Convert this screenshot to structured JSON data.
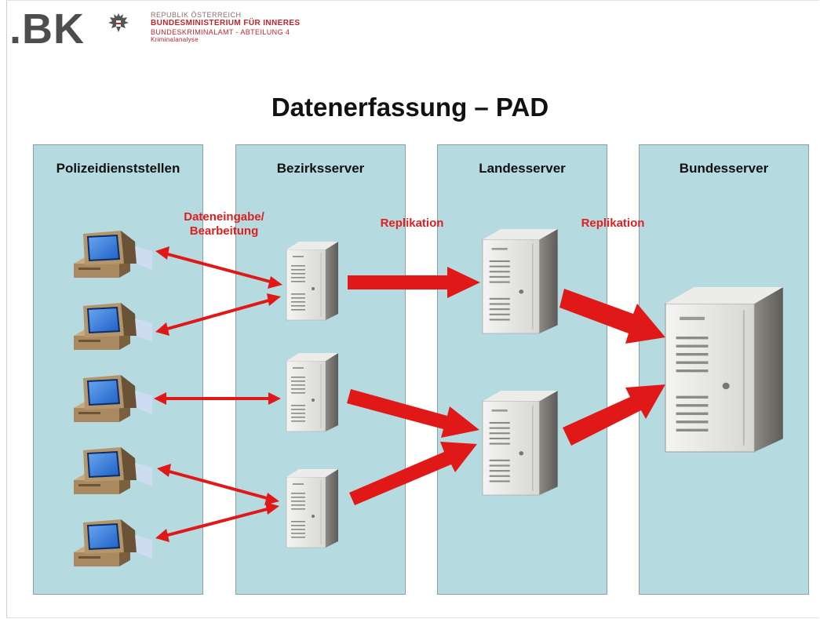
{
  "header": {
    "logo_text": ".BK",
    "line1": "REPUBLIK ÖSTERREICH",
    "line2": "BUNDESMINISTERIUM FÜR INNERES",
    "line3": "BUNDESKRIMINALAMT - ABTEILUNG 4",
    "line4": "Kriminalanalyse"
  },
  "title": "Datenerfassung – PAD",
  "columns": [
    {
      "label": "Polizeidienststellen"
    },
    {
      "label": "Bezirksserver"
    },
    {
      "label": "Landesserver"
    },
    {
      "label": "Bundesserver"
    }
  ],
  "annotations": {
    "input": "Dateneingabe/ Bearbeitung",
    "replication_1": "Replikation",
    "replication_2": "Replikation"
  },
  "colors": {
    "column_fill": "#b5dbe0",
    "arrow": "#e11818",
    "label": "#e01e1e"
  }
}
